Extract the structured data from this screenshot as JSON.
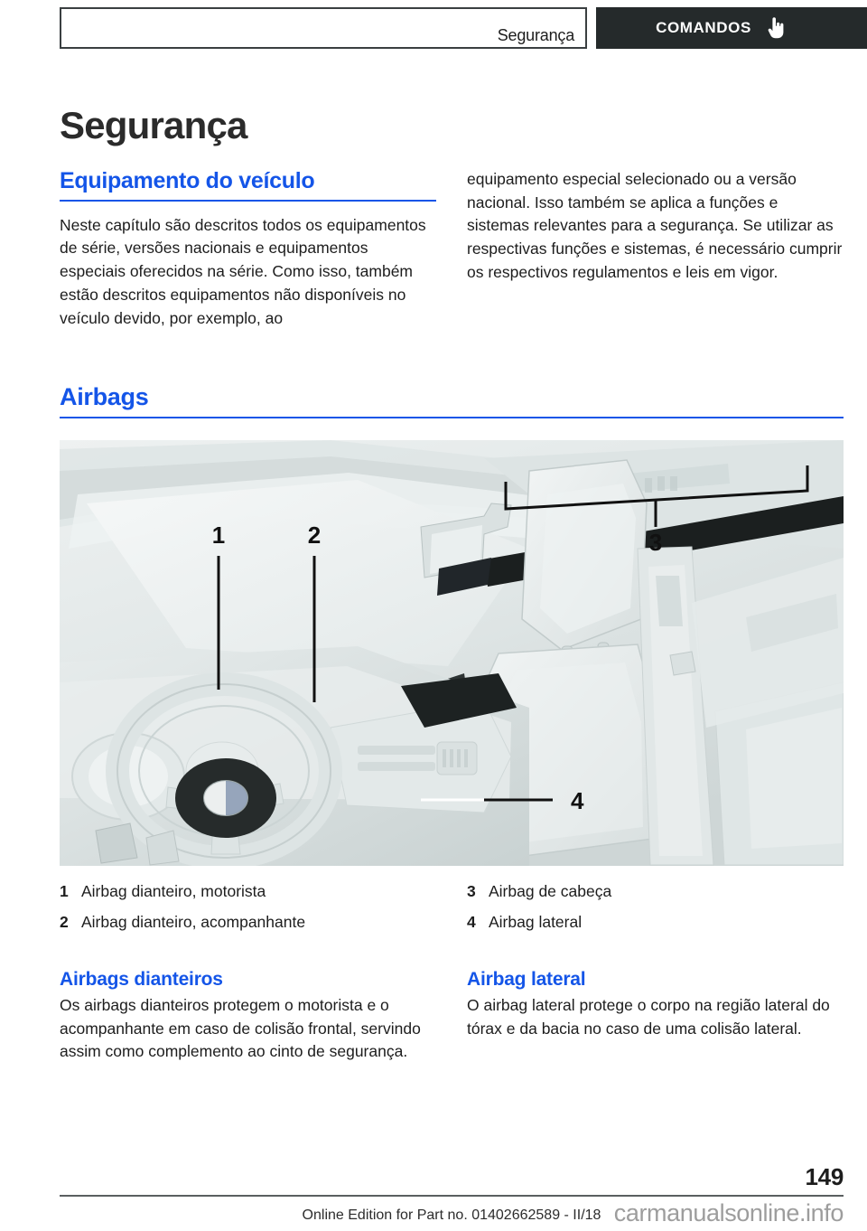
{
  "header": {
    "chapter_label": "Segurança",
    "section_label": "COMANDOS",
    "hand_icon": "pointing-hand-icon"
  },
  "page_title": "Segurança",
  "sections": {
    "equipamento": {
      "heading": "Equipamento do veículo",
      "left_text": "Neste capítulo são descritos todos os equipamentos de série, versões nacionais e equipamentos especiais oferecidos na série. Como isso, também estão descritos equipamentos não disponíveis no veículo devido, por exemplo, ao",
      "right_text": "equipamento especial selecionado ou a versão nacional. Isso também se aplica a funções e sistemas relevantes para a segurança. Se utilizar as respectivas funções e sistemas, é necessário cumprir os respectivos regulamentos e leis em vigor."
    },
    "airbags": {
      "heading": "Airbags"
    },
    "airbags_dianteiros": {
      "heading": "Airbags dianteiros",
      "text": "Os airbags dianteiros protegem o motorista e o acompanhante em caso de colisão frontal, servindo assim como complemento ao cinto de segurança."
    },
    "airbag_lateral": {
      "heading": "Airbag lateral",
      "text": "O airbag lateral protege o corpo na região lateral do tórax e da bacia no caso de uma colisão lateral."
    }
  },
  "illustration": {
    "alt": "Vista interna do veículo com localização dos airbags",
    "callouts": [
      {
        "number": "1"
      },
      {
        "number": "2"
      },
      {
        "number": "3"
      },
      {
        "number": "4"
      }
    ]
  },
  "legend": {
    "left": [
      {
        "number": "1",
        "label": "Airbag dianteiro, motorista"
      },
      {
        "number": "2",
        "label": "Airbag dianteiro, acompanhante"
      }
    ],
    "right": [
      {
        "number": "3",
        "label": "Airbag de cabeça"
      },
      {
        "number": "4",
        "label": "Airbag lateral"
      }
    ]
  },
  "footer": {
    "page_number": "149",
    "edition_text": "Online Edition for Part no. 01402662589 - II/18",
    "watermark": "carmanualsonline.info"
  },
  "colors": {
    "accent_blue": "#1455e8",
    "header_dark": "#252a2b",
    "text": "#1d1d1d",
    "watermark_gray": "#8d8d8d"
  }
}
